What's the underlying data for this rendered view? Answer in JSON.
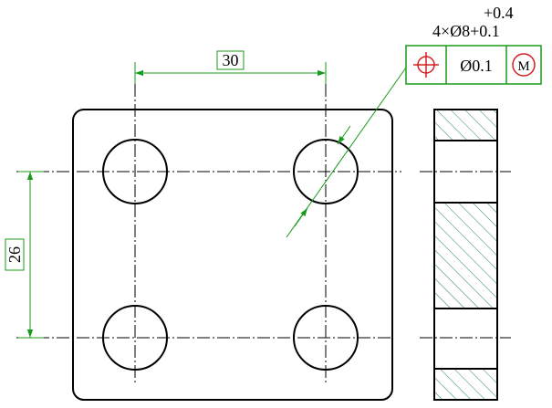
{
  "dimensions": {
    "horizontal_spacing": "30",
    "vertical_spacing": "26"
  },
  "hole_callout": {
    "upper_tolerance": "+0.4",
    "designation": "4×Ø8+0.1"
  },
  "feature_control_frame": {
    "symbol": "position-icon",
    "tolerance": "Ø0.1",
    "modifier": "M"
  },
  "colors": {
    "outline": "#000000",
    "dimension": "#1a9a1a",
    "symbol": "#d42020",
    "hatch": "#2a7a7a"
  }
}
